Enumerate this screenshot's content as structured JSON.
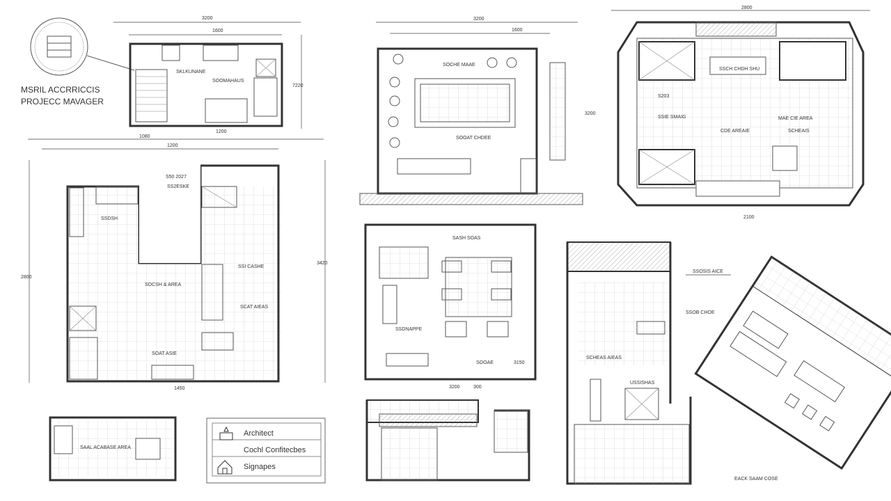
{
  "title_block": {
    "line1": "MSRIL ACCRRICCIS",
    "line2": "PROJECC MAVAGER",
    "stamp_icon": "seal-stamp-icon"
  },
  "plan_a": {
    "dim_top": "3200",
    "dim_inner": "1600",
    "dim_side": "7220",
    "dim_bottom": "1200",
    "label1": "SKLKUNANE",
    "label2": "SOOMAHAUS"
  },
  "plan_b": {
    "dim_top": "3200",
    "dim_inner": "1600",
    "dim_side": "3200",
    "label1": "SOCHE MAAE",
    "label2": "SOOAT CHDEE"
  },
  "plan_c": {
    "dim_top": "2800",
    "dim_bottom": "2100",
    "label1": "SSCH CHDH SHU",
    "label2": "S203",
    "label3": "SSIE SMAIG",
    "label4": "CDE AREAIE",
    "label5": "MAE CIE AREA",
    "label6": "SCHEAIS"
  },
  "plan_d": {
    "dim_top": "1080",
    "dim_inner": "1200",
    "dim_side": "2800",
    "dim_side2": "3420",
    "dim_bottom": "1450",
    "label1": "S50 2027",
    "label2": "SS2ESKE",
    "label3": "SSDSH",
    "label4": "SOCSH & AREA",
    "label5": "SSI CASHE",
    "label6": "SCAT AIEAS",
    "label7": "SOAT ASIE"
  },
  "plan_e": {
    "label1": "SASH SOAS",
    "label2": "SSDNAPPE",
    "label3": "SOOAE",
    "dim1": "3200",
    "dim2": "300",
    "dim3": "3150"
  },
  "plan_f": {
    "label1": "SSOSIS AICE",
    "label2": "SSOB CHOE",
    "label3": "SCHEAS AIEAS",
    "label4": "USSISHAS",
    "label5": "EACK SAAM COSE"
  },
  "plan_g": {
    "label1": "SAAL ACABASE AREA"
  },
  "legend": {
    "items": [
      {
        "icon": "architect-icon",
        "label": "Architect"
      },
      {
        "icon": "",
        "label": "Cochl Confitecbes"
      },
      {
        "icon": "house-icon",
        "label": "Signapes"
      }
    ]
  }
}
